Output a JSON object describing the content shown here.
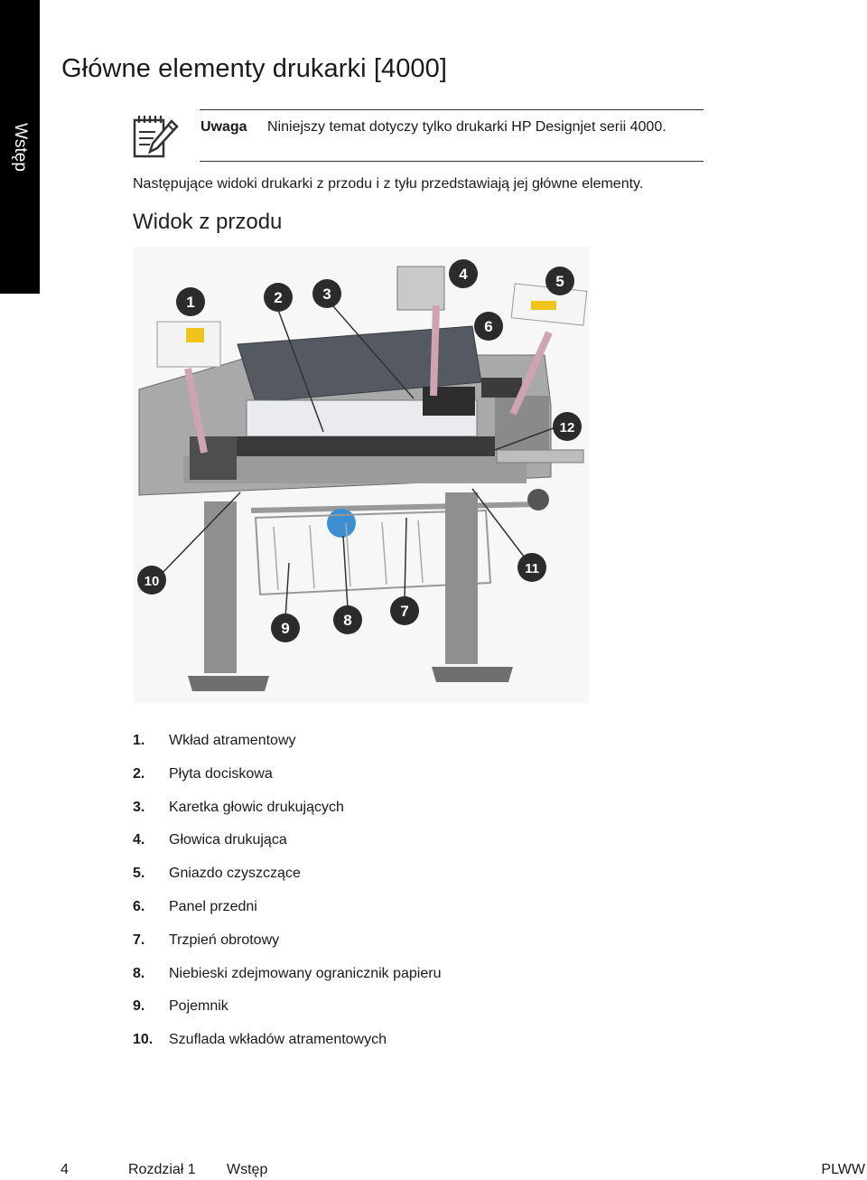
{
  "side_tab": {
    "label": "Wstęp"
  },
  "page_title": "Główne elementy drukarki [4000]",
  "note": {
    "label": "Uwaga",
    "text": "Niniejszy temat dotyczy tylko drukarki HP Designjet serii 4000.",
    "icon": "notepad-pencil-icon"
  },
  "intro_text": "Następujące widoki drukarki z przodu i z tyłu przedstawiają jej główne elementy.",
  "section_title": "Widok z przodu",
  "figure_callouts": [
    "1",
    "2",
    "3",
    "4",
    "5",
    "6",
    "7",
    "8",
    "9",
    "10",
    "11",
    "12"
  ],
  "parts": [
    {
      "num": "1.",
      "label": "Wkład atramentowy"
    },
    {
      "num": "2.",
      "label": "Płyta dociskowa"
    },
    {
      "num": "3.",
      "label": "Karetka głowic drukujących"
    },
    {
      "num": "4.",
      "label": "Głowica drukująca"
    },
    {
      "num": "5.",
      "label": "Gniazdo czyszczące"
    },
    {
      "num": "6.",
      "label": "Panel przedni"
    },
    {
      "num": "7.",
      "label": "Trzpień obrotowy"
    },
    {
      "num": "8.",
      "label": "Niebieski zdejmowany ogranicznik papieru"
    },
    {
      "num": "9.",
      "label": "Pojemnik"
    },
    {
      "num": "10.",
      "label": "Szuflada wkładów atramentowych"
    }
  ],
  "footer": {
    "page_number": "4",
    "chapter": "Rozdział 1",
    "chapter_name": "Wstęp",
    "code": "PLWW"
  },
  "colors": {
    "accent_blue": "#3d8fd1",
    "side_tab": "#000000"
  }
}
